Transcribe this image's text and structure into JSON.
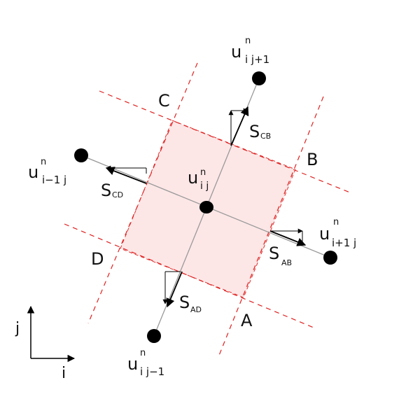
{
  "cell": {
    "center_label": "u",
    "center_sup": "n",
    "center_sub": "i j"
  },
  "vertices": {
    "A": "A",
    "B": "B",
    "C": "C",
    "D": "D"
  },
  "neighbors": {
    "top": {
      "base": "u",
      "sup": "n",
      "sub": "i j+1"
    },
    "bottom": {
      "base": "u",
      "sup": "n",
      "sub": "i j−1"
    },
    "left": {
      "base": "u",
      "sup": "n",
      "sub": "i−1 j"
    },
    "right": {
      "base": "u",
      "sup": "n",
      "sub": "i+1 j"
    }
  },
  "faces": {
    "CB": {
      "base": "S",
      "sub": "CB"
    },
    "AB": {
      "base": "S",
      "sub": "AB"
    },
    "CD": {
      "base": "S",
      "sub": "CD"
    },
    "AD": {
      "base": "S",
      "sub": "AD"
    }
  },
  "axes": {
    "i": "i",
    "j": "j"
  },
  "colors": {
    "cell_fill": "#fde6e6",
    "grid_dash": "#e02020",
    "ink": "#000000",
    "connector": "#9a9a9a"
  }
}
